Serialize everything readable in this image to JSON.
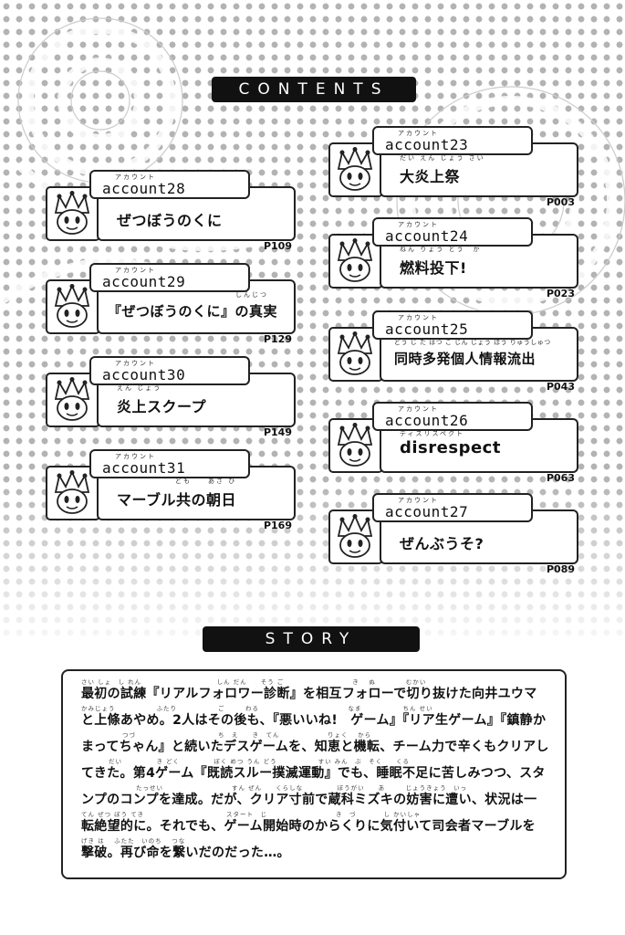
{
  "contents_heading": "CONTENTS",
  "story_heading": "STORY",
  "entries": [
    {
      "account": "account28",
      "account_ruby": "アカウント",
      "title": "ぜつぼうのくに",
      "title_ruby": "",
      "page": "P109"
    },
    {
      "account": "account29",
      "account_ruby": "アカウント",
      "title": "『ぜつぼうのくに』の真実",
      "title_ruby": "しんじつ",
      "page": "P129"
    },
    {
      "account": "account30",
      "account_ruby": "アカウント",
      "title": "炎上スクープ",
      "title_ruby": "えん じょう",
      "page": "P149"
    },
    {
      "account": "account31",
      "account_ruby": "アカウント",
      "title": "マーブル共の朝日",
      "title_ruby": "ども　　あさ ひ",
      "page": "P169"
    },
    {
      "account": "account23",
      "account_ruby": "アカウント",
      "title": "大炎上祭",
      "title_ruby": "だい えん じょう さい",
      "page": "P003"
    },
    {
      "account": "account24",
      "account_ruby": "アカウント",
      "title": "燃料投下!",
      "title_ruby": "ねん りょう とう　か",
      "page": "P023"
    },
    {
      "account": "account25",
      "account_ruby": "アカウント",
      "title": "同時多発個人情報流出",
      "title_ruby": "どう じ た はつ こ じん じょう ほう りゅうしゅつ",
      "page": "P043"
    },
    {
      "account": "account26",
      "account_ruby": "アカウント",
      "title": "disrespect",
      "title_ruby": "ディスリスペクト",
      "page": "P063"
    },
    {
      "account": "account27",
      "account_ruby": "アカウント",
      "title": "ぜんぶうそ?",
      "title_ruby": "",
      "page": "P089"
    }
  ],
  "story": {
    "lines": [
      {
        "ruby": "さい しょ　し れん　　　　　　　　　　　しん だん　　そう ご　　　　　　　　　　き　 ぬ　　　　 むかい",
        "text": "最初の試練『リアルフォロワー診断』を相互フォローで切り抜けた向井ユウマ"
      },
      {
        "ruby": "かみじょう　　　　　　ふたり　　　　　　ご　　　わる　　　　　　　　　　　　　なま　　　　　　ちん せい",
        "text": "と上條あやめ。2人はその後も、『悪いいね!　ゲーム』『リア生ゲーム』『鎮静か"
      },
      {
        "ruby": "　　　　　　つづ　　　　　　　　　　　　ち　え　　き　てん　　　　　　　りょく　 から",
        "text": "まってちゃん』と続いたデスゲームを、知恵と機転、チーム力で辛くもクリアし"
      },
      {
        "ruby": "　　　　だい　　　　　き どく　　　　　ぼく めつ うん どう　　　　　　すい みん　ぶ　そく　　くる",
        "text": "てきた。第4ゲーム『既読スルー撲滅運動』でも、睡眠不足に苦しみつつ、スタ"
      },
      {
        "ruby": "　　　　　　　　たっせい　　　　　　　　　　すん ぜん　　くらしな　　　　　ぼうがい　　あ　　　じょうきょう　いっ",
        "text": "ンプのコンプを達成。だが、クリア寸前で蔵科ミズキの妨害に遭い、状況は一"
      },
      {
        "ruby": "てん ぜつ ぼう てき　　　　　　　　　　　　スタート　じ　　　　　　　　　　き　づ　　　　し かいしゃ",
        "text": "転絶望的に。それでも、ゲーム開始時のからくりに気付いて司会者マーブルを"
      },
      {
        "ruby": "げき は　 ふたた　いのち　 つな",
        "text": "撃破。再び命を繋いだのだった…。"
      }
    ]
  }
}
